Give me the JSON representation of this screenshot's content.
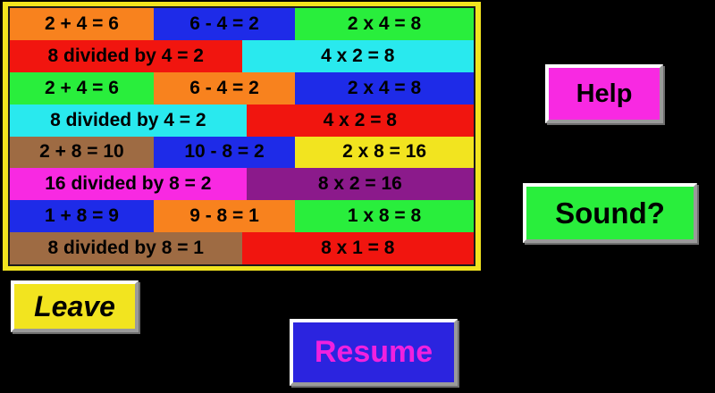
{
  "background_color": "#000000",
  "panel": {
    "frame_color": "#f2e41f",
    "inner_border_color": "#1b1b1b",
    "rows": [
      {
        "tiles": [
          {
            "text": "2 + 4 = 6",
            "color": "#f8821e",
            "width": 31
          },
          {
            "text": "6 - 4 = 2",
            "color": "#1e2be8",
            "width": 30.5
          },
          {
            "text": "2 x 4 = 8",
            "color": "#29ee3c",
            "width": 38.5
          }
        ]
      },
      {
        "tiles": [
          {
            "text": "8 divided by 4 = 2",
            "color": "#f1150f",
            "width": 50
          },
          {
            "text": "4 x 2 = 8",
            "color": "#29e9ee",
            "width": 50
          }
        ]
      },
      {
        "tiles": [
          {
            "text": "2 + 4 = 6",
            "color": "#29ee3c",
            "width": 31
          },
          {
            "text": "6 - 4 = 2",
            "color": "#f8821e",
            "width": 30.5
          },
          {
            "text": "2 x 4 = 8",
            "color": "#1e2be8",
            "width": 38.5
          }
        ]
      },
      {
        "tiles": [
          {
            "text": "8 divided by 4 = 2",
            "color": "#29e9ee",
            "width": 51
          },
          {
            "text": "4 x 2 = 8",
            "color": "#f1150f",
            "width": 49
          }
        ]
      },
      {
        "tiles": [
          {
            "text": "2 + 8 = 10",
            "color": "#9e6b43",
            "width": 31
          },
          {
            "text": "10 - 8 = 2",
            "color": "#1e2be8",
            "width": 30.5
          },
          {
            "text": "2 x 8 = 16",
            "color": "#f2e41f",
            "width": 38.5
          }
        ]
      },
      {
        "tiles": [
          {
            "text": "16 divided by 8 = 2",
            "color": "#f829e2",
            "width": 51
          },
          {
            "text": "8 x 2 = 16",
            "color": "#8b1a8b",
            "width": 49
          }
        ]
      },
      {
        "tiles": [
          {
            "text": "1 + 8 = 9",
            "color": "#1e2be8",
            "width": 31
          },
          {
            "text": "9 - 8 = 1",
            "color": "#f8821e",
            "width": 30.5
          },
          {
            "text": "1 x 8 = 8",
            "color": "#29ee3c",
            "width": 38.5
          }
        ]
      },
      {
        "tiles": [
          {
            "text": "8 divided by 8 = 1",
            "color": "#9e6b43",
            "width": 50
          },
          {
            "text": "8 x 1 = 8",
            "color": "#f1150f",
            "width": 50
          }
        ]
      }
    ]
  },
  "buttons": {
    "help": {
      "label": "Help",
      "bg": "#f829e2",
      "text_color": "#000000"
    },
    "sound": {
      "label": "Sound?",
      "bg": "#29ee3c",
      "text_color": "#000000"
    },
    "leave": {
      "label": "Leave",
      "bg": "#f2e41f",
      "text_color": "#000000"
    },
    "resume": {
      "label": "Resume",
      "bg": "#2b24df",
      "text_color": "#f021df"
    }
  }
}
